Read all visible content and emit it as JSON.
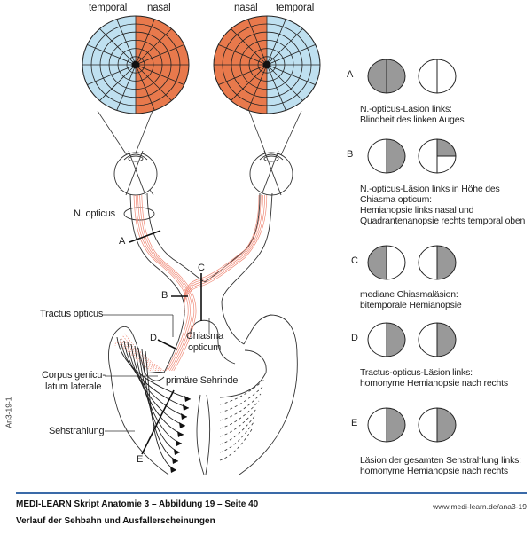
{
  "visual_field_labels": {
    "left_eye": {
      "temporal": "temporal",
      "nasal": "nasal"
    },
    "right_eye": {
      "nasal": "nasal",
      "temporal": "temporal"
    }
  },
  "colors": {
    "temporal_field": "#bfe0f0",
    "nasal_field": "#e8794c",
    "fiber": "#f08a78",
    "defect": "#999999",
    "outline": "#222222",
    "footer_rule": "#3a6aa8"
  },
  "anatomy_labels": {
    "n_opticus": "N. opticus",
    "tractus_opticus": "Tractus opticus",
    "corpus_geniculatum_1": "Corpus genicu-",
    "corpus_geniculatum_2": "latum laterale",
    "sehstrahlung": "Sehstrahlung",
    "chiasma_1": "Chiasma",
    "chiasma_2": "opticum",
    "primaere_sehrinde": "primäre Sehrinde"
  },
  "lesion_markers": [
    "A",
    "B",
    "C",
    "D",
    "E"
  ],
  "cases": [
    {
      "letter": "A",
      "left_field": "full",
      "right_field": "none",
      "caption": [
        "N.-opticus-Läsion links:",
        "Blindheit des linken Auges"
      ]
    },
    {
      "letter": "B",
      "left_field": "right-half",
      "right_field": "upper-right-quadrant",
      "caption": [
        "N.-opticus-Läsion links in Höhe des",
        "Chiasma opticum:",
        "Hemianopsie links nasal und",
        "Quadrantenanopsie rechts temporal oben"
      ]
    },
    {
      "letter": "C",
      "left_field": "left-half",
      "right_field": "right-half",
      "caption": [
        "mediane Chiasmaläsion:",
        "bitemporale Hemianopsie"
      ]
    },
    {
      "letter": "D",
      "left_field": "right-half",
      "right_field": "right-half",
      "caption": [
        "Tractus-opticus-Läsion links:",
        "homonyme Hemianopsie nach rechts"
      ]
    },
    {
      "letter": "E",
      "left_field": "right-half",
      "right_field": "right-half",
      "caption": [
        "Läsion der gesamten Sehstrahlung links:",
        "homonyme Hemianopsie nach rechts"
      ]
    }
  ],
  "footer": {
    "title": "MEDI-LEARN Skript Anatomie 3 – Abbildung 19 – Seite 40",
    "subtitle": "Verlauf der Sehbahn und Ausfallerscheinungen",
    "url": "www.medi-learn.de/ana3-19",
    "figure_id": "An3-19-1"
  }
}
